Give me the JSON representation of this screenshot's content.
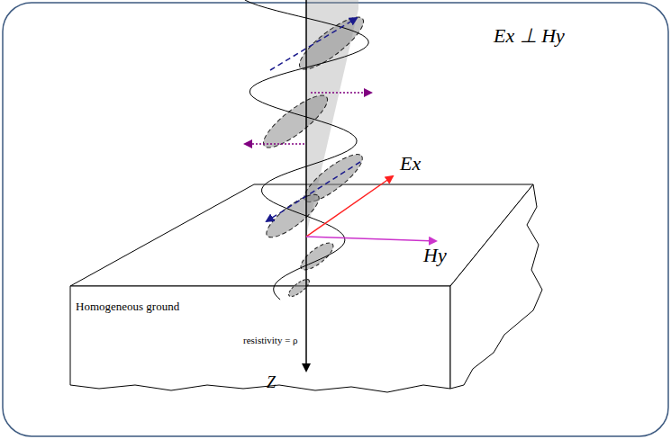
{
  "diagram": {
    "labels": [
      "Ex ⊥ Hy",
      "Ex",
      "Hy",
      "Homogeneous ground",
      "resistivity = ρ",
      "Z"
    ]
  }
}
